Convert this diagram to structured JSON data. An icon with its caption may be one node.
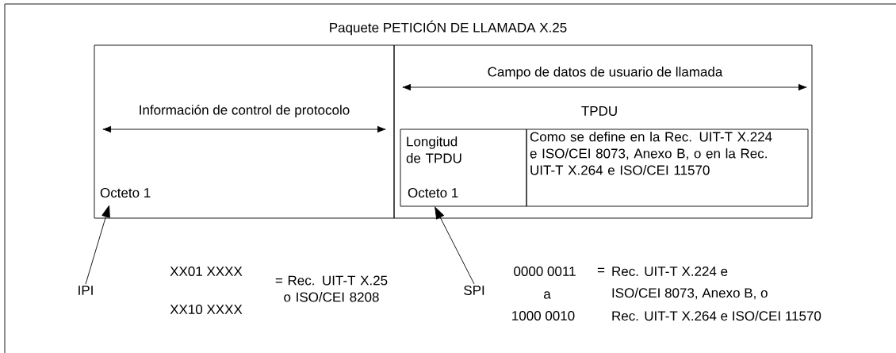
{
  "diagram": {
    "title": "Paquete PETICIÓN DE LLAMADA X.25",
    "nodes": [
      {
        "text": [
          "Información de control de protocolo",
          "Octeto 1"
        ]
      },
      {
        "text": [
          "Campo de datos de usuario de llamada",
          "TPDU"
        ]
      },
      {
        "text": [
          "Longitud de TPDU",
          "Octeto 1"
        ],
        "in": 1
      },
      {
        "text": [
          "Como se define en la Rec. UIT-T X.224 e ISO/CEI 8073, Anexo B, o en la Rec. UIT-T X.264 e ISO/CEI 11570"
        ],
        "in": 1
      },
      {
        "text": [
          "IPI"
        ]
      },
      {
        "text": [
          "SPI"
        ]
      }
    ],
    "edges": [
      {
        "from": 4,
        "to": 0,
        "arrow": "to"
      },
      {
        "from": 5,
        "to": 2,
        "arrow": "to"
      }
    ],
    "labels": [
      "XX01 XXXX",
      "XX10 XXXX",
      "= Rec. UIT-T X.25 o ISO/CEI 8208",
      "0000 0011",
      "a",
      "1000 0010",
      "=",
      "Rec. UIT-T X.224 e",
      "ISO/CEI 8073, Anexo B, o",
      "Rec. UIT-T X.264 e ISO/CEI 11570"
    ]
  }
}
